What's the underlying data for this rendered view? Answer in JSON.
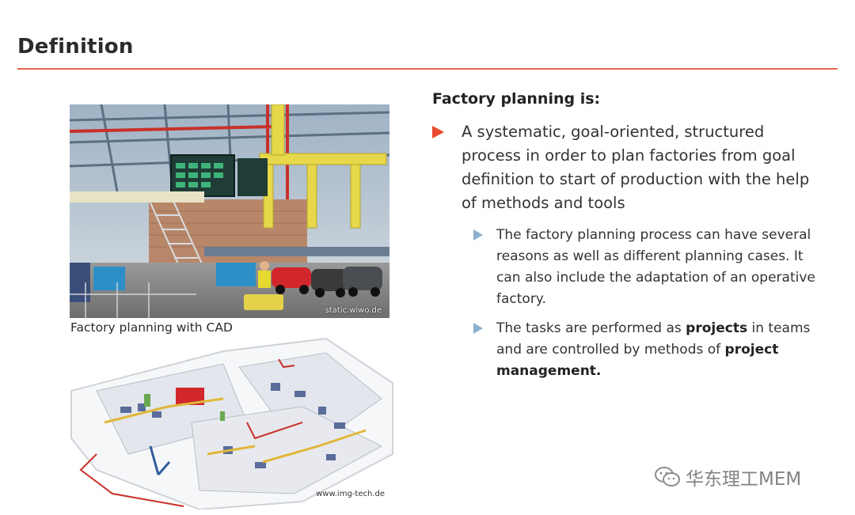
{
  "slide": {
    "title": "Definition",
    "heading": "Factory planning is:",
    "main_bullet": "A systematic, goal-oriented, structured process  in order to plan factories from goal definition to start of production with the help of methods and tools",
    "sub_bullets": [
      {
        "parts": [
          {
            "text": "The factory planning process can have several reasons as well as different planning cases. It can also include the adaptation of an operative factory.",
            "bold": false
          }
        ]
      },
      {
        "parts": [
          {
            "text": "The tasks are performed as ",
            "bold": false
          },
          {
            "text": "projects",
            "bold": true
          },
          {
            "text": " in teams and are controlled by methods of ",
            "bold": false
          },
          {
            "text": "project management.",
            "bold": true
          }
        ]
      }
    ]
  },
  "images": {
    "photo_credit": "static.wiwo.de",
    "photo_caption": "Factory planning with CAD",
    "plan_credit": "www.img-tech.de"
  },
  "watermark": {
    "text": "华东理工MEM",
    "icon": "wechat-icon"
  },
  "colors": {
    "accent_rule": "#e8664f",
    "main_bullet": "#e84a2e",
    "sub_bullet": "#8fb0cc"
  }
}
